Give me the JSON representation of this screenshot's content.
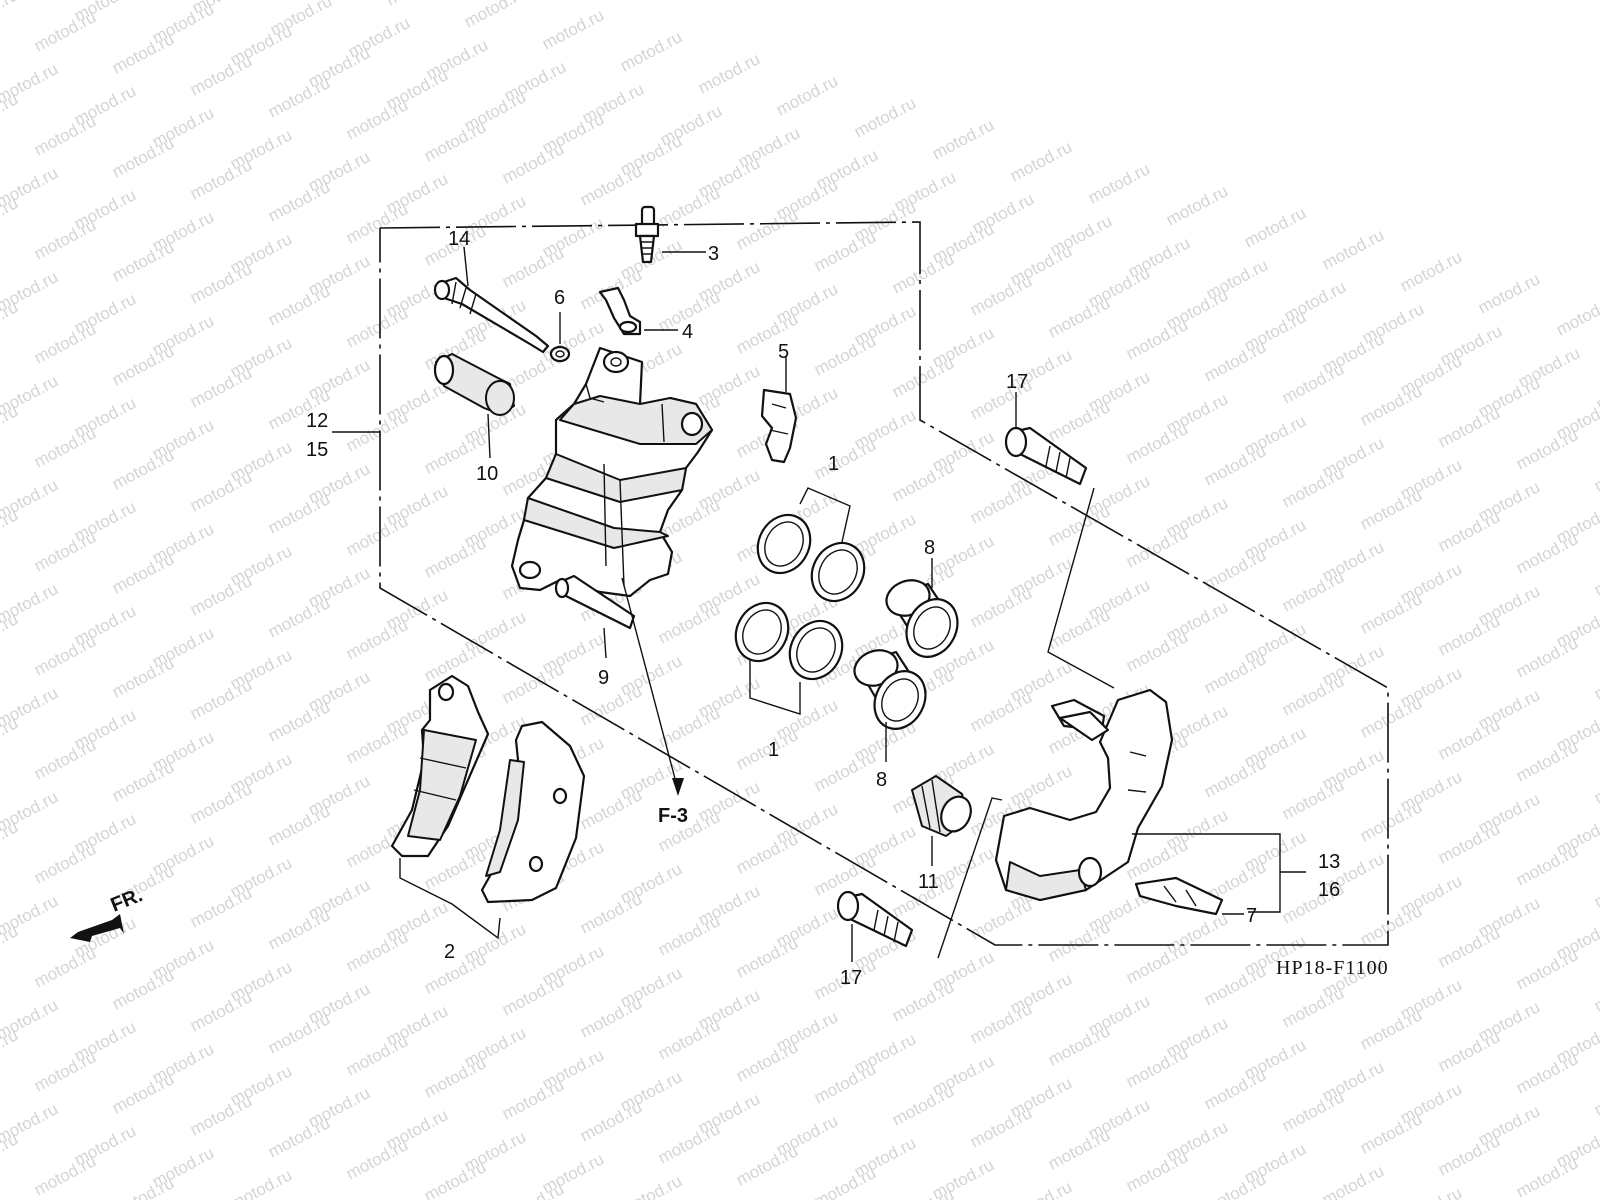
{
  "watermark": {
    "text": "motod.ru",
    "color": "#d4d4d4"
  },
  "diagram_code": "HP18-F1100",
  "reference": "F-3",
  "direction_arrow": "FR.",
  "callouts": {
    "n1a": "1",
    "n1b": "1",
    "n2": "2",
    "n3": "3",
    "n4": "4",
    "n5": "5",
    "n6": "6",
    "n7": "7",
    "n8a": "8",
    "n8b": "8",
    "n9": "9",
    "n10": "10",
    "n11": "11",
    "n12": "12",
    "n13": "13",
    "n14": "14",
    "n15": "15",
    "n16": "16",
    "n17a": "17",
    "n17b": "17"
  }
}
